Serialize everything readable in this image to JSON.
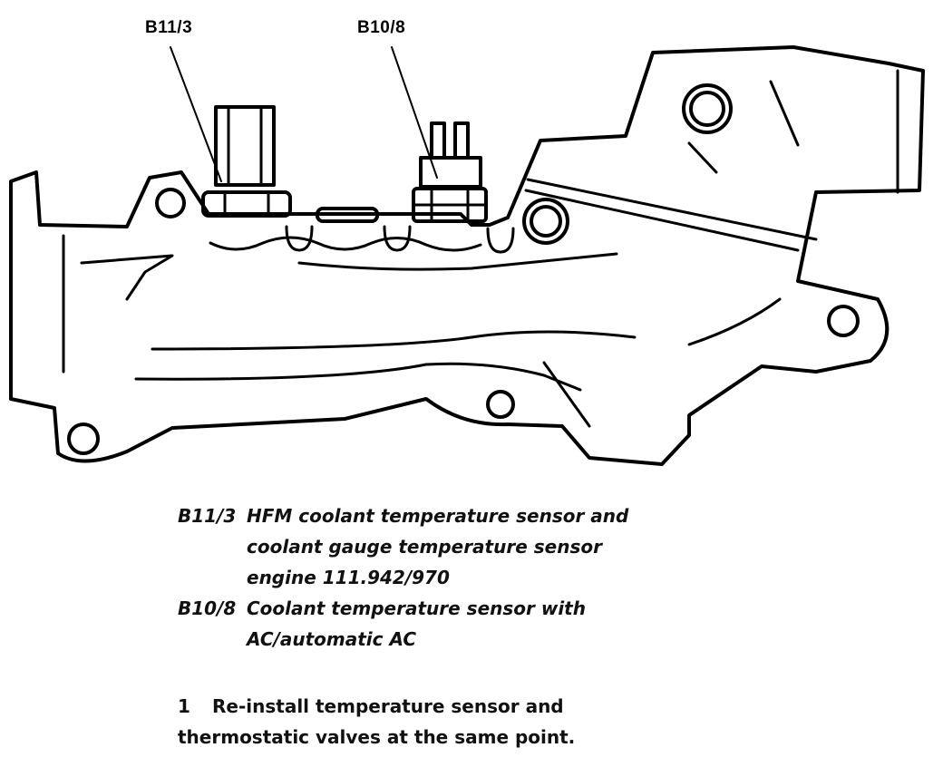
{
  "callouts": {
    "b11_3": "B11/3",
    "b10_8": "B10/8"
  },
  "legend": [
    {
      "code": "B11/3",
      "lines": [
        "HFM coolant temperature sensor and",
        "coolant gauge temperature sensor",
        "engine 111.942/970"
      ]
    },
    {
      "code": "B10/8",
      "lines": [
        "Coolant temperature sensor with",
        "AC/automatic AC"
      ]
    }
  ],
  "note": {
    "number": "1",
    "lines": [
      "Re-install temperature sensor and",
      "thermostatic valves at the same point."
    ]
  },
  "colors": {
    "ink": "#000000",
    "paper": "#ffffff"
  }
}
